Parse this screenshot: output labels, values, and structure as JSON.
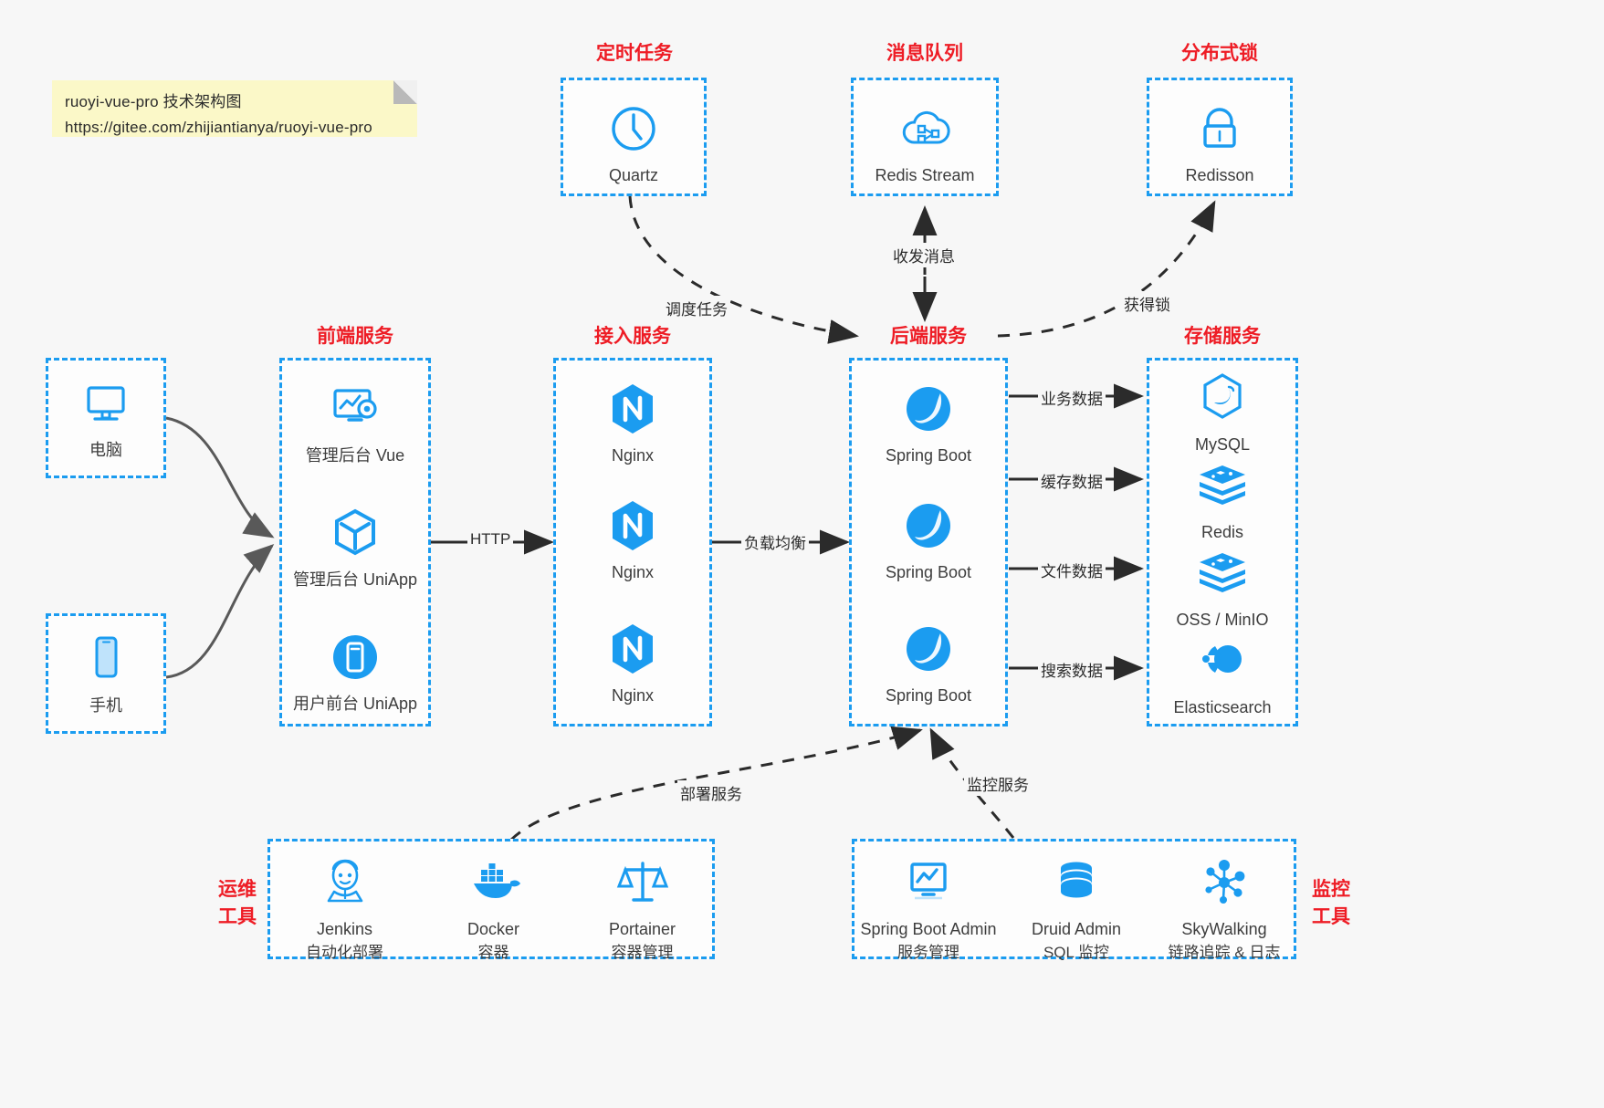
{
  "note": {
    "line1": "ruoyi-vue-pro 技术架构图",
    "line2": "https://gitee.com/zhijiantianya/ruoyi-vue-pro"
  },
  "colors": {
    "accent_blue": "#1b9cf0",
    "caption_red": "#ee1c25",
    "background": "#f7f7f7",
    "note_yellow": "#fbf8c8",
    "edge_gray": "#595959"
  },
  "groups": {
    "scheduled_task": {
      "caption": "定时任务"
    },
    "message_queue": {
      "caption": "消息队列"
    },
    "distributed_lock": {
      "caption": "分布式锁"
    },
    "frontend": {
      "caption": "前端服务"
    },
    "gateway": {
      "caption": "接入服务"
    },
    "backend": {
      "caption": "后端服务"
    },
    "storage": {
      "caption": "存储服务"
    },
    "devops": {
      "caption_line1": "运维",
      "caption_line2": "工具"
    },
    "monitor": {
      "caption_line1": "监控",
      "caption_line2": "工具"
    }
  },
  "clients": [
    {
      "label": "电脑",
      "icon": "desktop-monitor-icon"
    },
    {
      "label": "手机",
      "icon": "mobile-phone-icon"
    }
  ],
  "scheduled_task_nodes": [
    {
      "label": "Quartz",
      "icon": "clock-icon"
    }
  ],
  "message_queue_nodes": [
    {
      "label": "Redis Stream",
      "icon": "cloud-stream-icon"
    }
  ],
  "distributed_lock_nodes": [
    {
      "label": "Redisson",
      "icon": "padlock-icon"
    }
  ],
  "frontend_nodes": [
    {
      "label": "管理后台 Vue",
      "icon": "admin-dashboard-icon"
    },
    {
      "label": "管理后台 UniApp",
      "icon": "cube-icon"
    },
    {
      "label": "用户前台 UniApp",
      "icon": "mobile-app-icon"
    }
  ],
  "gateway_nodes": [
    {
      "label": "Nginx",
      "icon": "nginx-icon"
    },
    {
      "label": "Nginx",
      "icon": "nginx-icon"
    },
    {
      "label": "Nginx",
      "icon": "nginx-icon"
    }
  ],
  "backend_nodes": [
    {
      "label": "Spring Boot",
      "icon": "spring-leaf-icon"
    },
    {
      "label": "Spring Boot",
      "icon": "spring-leaf-icon"
    },
    {
      "label": "Spring Boot",
      "icon": "spring-leaf-icon"
    }
  ],
  "storage_nodes": [
    {
      "label": "MySQL",
      "icon": "mysql-dolphin-icon"
    },
    {
      "label": "Redis",
      "icon": "redis-stack-icon"
    },
    {
      "label": "OSS / MinIO",
      "icon": "object-storage-icon"
    },
    {
      "label": "Elasticsearch",
      "icon": "elasticsearch-icon"
    }
  ],
  "devops_nodes": [
    {
      "label": "Jenkins",
      "sublabel": "自动化部署",
      "icon": "jenkins-butler-icon"
    },
    {
      "label": "Docker",
      "sublabel": "容器",
      "icon": "docker-whale-icon"
    },
    {
      "label": "Portainer",
      "sublabel": "容器管理",
      "icon": "portainer-scale-icon"
    }
  ],
  "monitor_nodes": [
    {
      "label": "Spring Boot Admin",
      "sublabel": "服务管理",
      "icon": "monitor-chart-icon"
    },
    {
      "label": "Druid Admin",
      "sublabel": "SQL 监控",
      "icon": "database-cylinder-icon"
    },
    {
      "label": "SkyWalking",
      "sublabel": "链路追踪 & 日志",
      "icon": "skywalking-node-icon"
    }
  ],
  "edge_labels": {
    "http": "HTTP",
    "load_balance": "负载均衡",
    "schedule_task": "调度任务",
    "send_receive_message": "收发消息",
    "acquire_lock": "获得锁",
    "business_data": "业务数据",
    "cache_data": "缓存数据",
    "file_data": "文件数据",
    "search_data": "搜索数据",
    "deploy_service": "部署服务",
    "monitor_service": "监控服务"
  }
}
